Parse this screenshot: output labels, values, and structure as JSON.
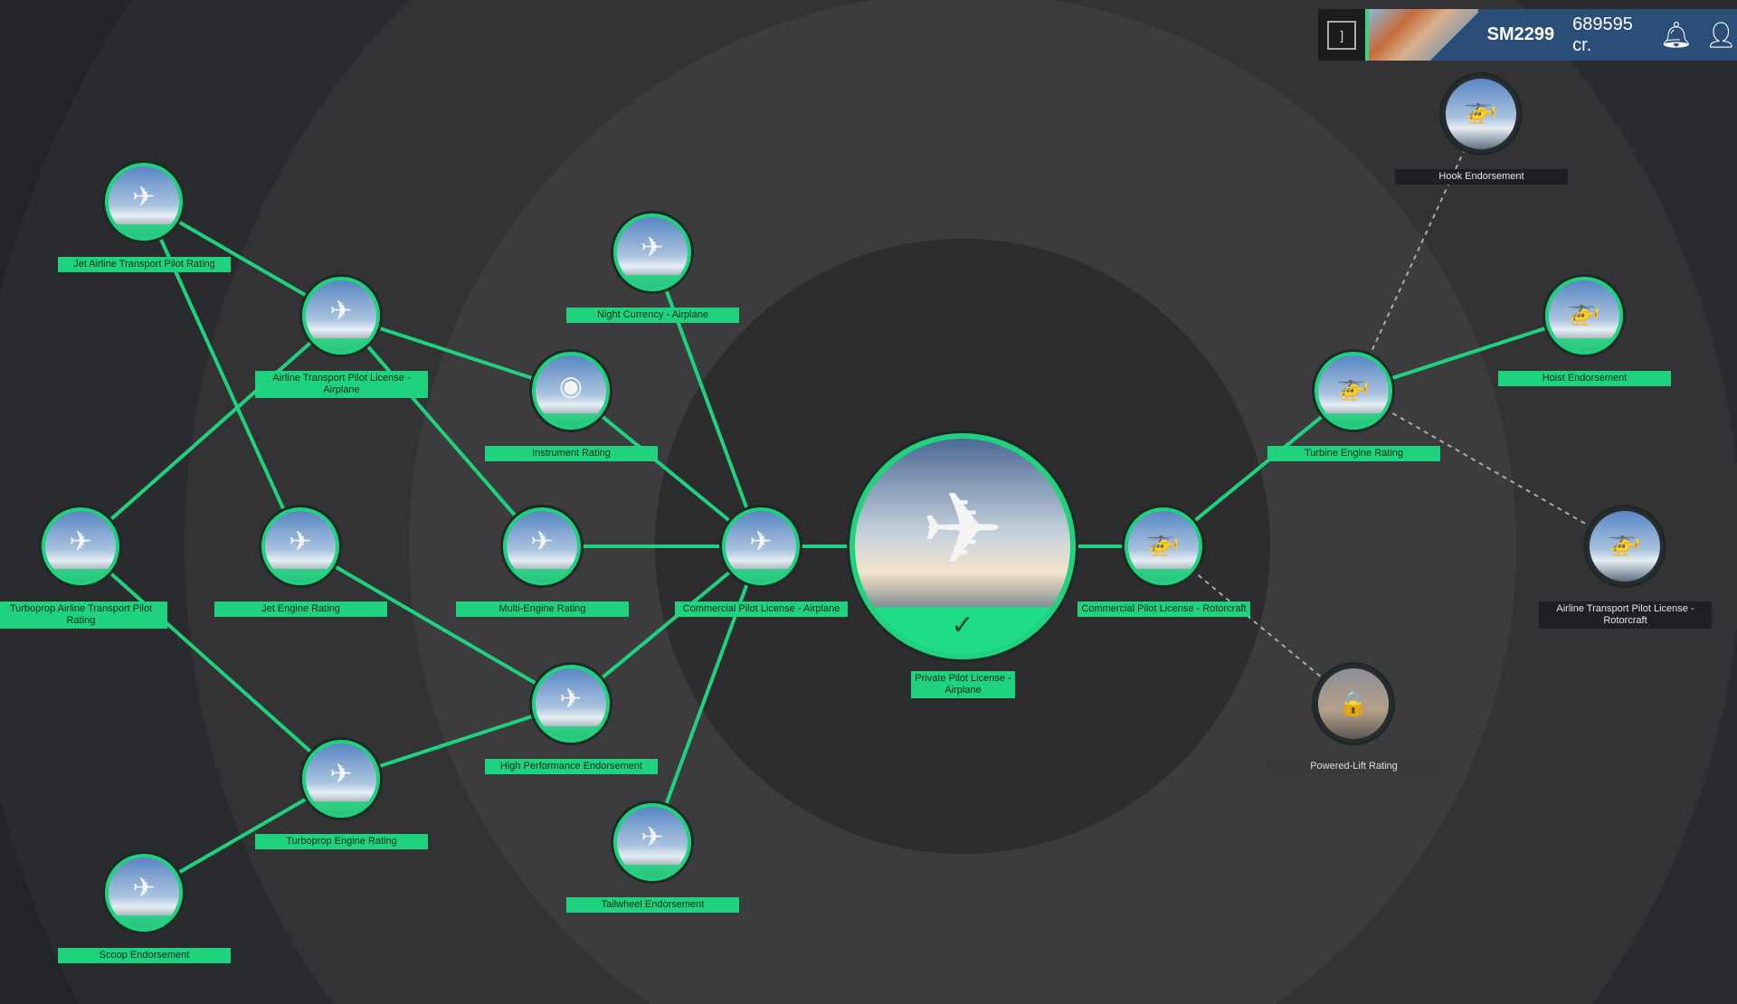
{
  "header": {
    "menu_icon": "]",
    "username": "SM2299",
    "credits": "689595 cr.",
    "bell_icon": "bell-icon",
    "user_icon": "user-icon"
  },
  "nodes": [
    {
      "id": "jet_atp",
      "label": "Jet Airline Transport Pilot Rating",
      "state": "done",
      "icon": "✈"
    },
    {
      "id": "atpl_a",
      "label": "Airline Transport Pilot License - Airplane",
      "state": "done",
      "icon": "✈"
    },
    {
      "id": "night",
      "label": "Night Currency - Airplane",
      "state": "done",
      "icon": "✈"
    },
    {
      "id": "instrument",
      "label": "Instrument Rating",
      "state": "done",
      "icon": "◉"
    },
    {
      "id": "turboprop_atp",
      "label": "Turboprop Airline Transport Pilot Rating",
      "state": "done",
      "icon": "✈"
    },
    {
      "id": "jet_engine",
      "label": "Jet Engine Rating",
      "state": "done",
      "icon": "✈"
    },
    {
      "id": "multi",
      "label": "Multi-Engine Rating",
      "state": "done",
      "icon": "✈"
    },
    {
      "id": "cpl_a",
      "label": "Commercial Pilot License - Airplane",
      "state": "done",
      "icon": "✈"
    },
    {
      "id": "ppl",
      "label": "Private Pilot License - Airplane",
      "state": "done",
      "icon": "✈"
    },
    {
      "id": "cpl_r",
      "label": "Commercial Pilot License - Rotorcraft",
      "state": "done",
      "icon": "🚁"
    },
    {
      "id": "turbine",
      "label": "Turbine Engine Rating",
      "state": "done",
      "icon": "🚁"
    },
    {
      "id": "hook",
      "label": "Hook Endorsement",
      "state": "available",
      "icon": "🚁"
    },
    {
      "id": "hoist",
      "label": "Hoist Endorsement",
      "state": "done",
      "icon": "🚁"
    },
    {
      "id": "atpl_r",
      "label": "Airline Transport Pilot License - Rotorcraft",
      "state": "available",
      "icon": "🚁"
    },
    {
      "id": "powered",
      "label": "Powered-Lift Rating",
      "state": "locked",
      "icon": "🔒"
    },
    {
      "id": "highperf",
      "label": "High Performance Endorsement",
      "state": "done",
      "icon": "✈"
    },
    {
      "id": "turboprop_eng",
      "label": "Turboprop Engine Rating",
      "state": "done",
      "icon": "✈"
    },
    {
      "id": "tailwheel",
      "label": "Tailwheel Endorsement",
      "state": "done",
      "icon": "✈"
    },
    {
      "id": "scoop",
      "label": "Scoop Endorsement",
      "state": "done",
      "icon": "✈"
    }
  ],
  "edges": [
    [
      "jet_atp",
      "atpl_a",
      "solid"
    ],
    [
      "jet_atp",
      "jet_engine",
      "solid"
    ],
    [
      "atpl_a",
      "instrument",
      "solid"
    ],
    [
      "atpl_a",
      "multi",
      "solid"
    ],
    [
      "atpl_a",
      "turboprop_atp",
      "solid"
    ],
    [
      "turboprop_atp",
      "turboprop_eng",
      "solid"
    ],
    [
      "jet_engine",
      "highperf",
      "solid"
    ],
    [
      "night",
      "cpl_a",
      "solid"
    ],
    [
      "instrument",
      "cpl_a",
      "solid"
    ],
    [
      "multi",
      "cpl_a",
      "solid"
    ],
    [
      "cpl_a",
      "ppl",
      "solid"
    ],
    [
      "highperf",
      "cpl_a",
      "solid"
    ],
    [
      "tailwheel",
      "cpl_a",
      "solid"
    ],
    [
      "turboprop_eng",
      "highperf",
      "solid"
    ],
    [
      "scoop",
      "turboprop_eng",
      "solid"
    ],
    [
      "ppl",
      "cpl_r",
      "solid"
    ],
    [
      "cpl_r",
      "turbine",
      "solid"
    ],
    [
      "turbine",
      "hoist",
      "solid"
    ],
    [
      "turbine",
      "hook",
      "dashed"
    ],
    [
      "turbine",
      "atpl_r",
      "dashed"
    ],
    [
      "cpl_r",
      "powered",
      "dashed"
    ]
  ],
  "colors": {
    "accent": "#1fd37e",
    "header_bar": "#2a4e78"
  }
}
